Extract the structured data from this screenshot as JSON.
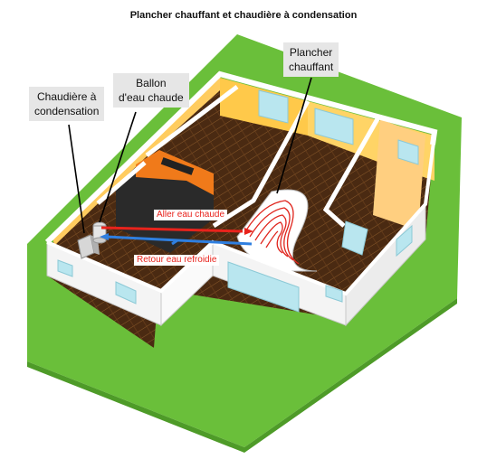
{
  "title": "Plancher chauffant et chaudière à condensation",
  "labels": {
    "boiler": [
      "Chaudière à",
      "condensation"
    ],
    "tank": [
      "Ballon",
      "d'eau chaude"
    ],
    "floor": [
      "Plancher",
      "chauffant"
    ]
  },
  "flows": {
    "supply": "Aller eau chaude",
    "return": "Retour eau refroidie"
  },
  "colors": {
    "lawn": "#6abf3a",
    "wall_yellow": "#ffc94a",
    "floor_wood": "#4a2a12",
    "wall_top": "#ffffff",
    "tank_orange": "#f07a1a",
    "supply_red": "#e8231c",
    "return_blue": "#2f7fe0",
    "glass_blue": "#b9e6ef",
    "callout_bg": "#e6e6e6"
  }
}
